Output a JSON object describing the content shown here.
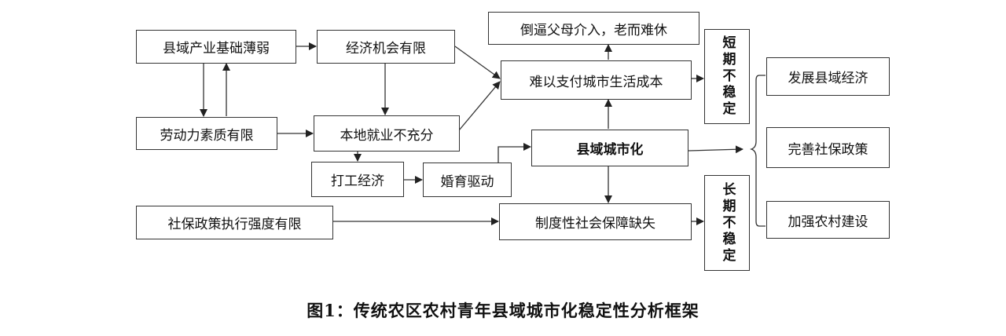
{
  "diagram": {
    "nodes": {
      "weak_industry": "县域产业基础薄弱",
      "limited_economy": "经济机会有限",
      "labor_quality": "劳动力素质有限",
      "local_employment": "本地就业不充分",
      "migrant_economy": "打工经济",
      "marriage_driven": "婚育驱动",
      "social_policy": "社保政策执行强度有限",
      "parents_intervene": "倒逼父母介入，老而难休",
      "living_cost": "难以支付城市生活成本",
      "county_urbanization": "县域城市化",
      "institutional_gap": "制度性社会保障缺失",
      "short_term": "短期不稳定",
      "long_term": "长期不稳定",
      "develop_economy": "发展县域经济",
      "improve_social": "完善社保政策",
      "strengthen_rural": "加强农村建设"
    },
    "edges": [
      [
        "weak_industry",
        "limited_economy"
      ],
      [
        "weak_industry",
        "labor_quality"
      ],
      [
        "labor_quality",
        "weak_industry"
      ],
      [
        "limited_economy",
        "local_employment"
      ],
      [
        "labor_quality",
        "local_employment"
      ],
      [
        "limited_economy",
        "living_cost"
      ],
      [
        "local_employment",
        "living_cost"
      ],
      [
        "local_employment",
        "migrant_economy"
      ],
      [
        "migrant_economy",
        "marriage_driven"
      ],
      [
        "marriage_driven",
        "county_urbanization"
      ],
      [
        "county_urbanization",
        "living_cost"
      ],
      [
        "living_cost",
        "parents_intervene"
      ],
      [
        "living_cost",
        "short_term"
      ],
      [
        "county_urbanization",
        "institutional_gap"
      ],
      [
        "social_policy",
        "institutional_gap"
      ],
      [
        "institutional_gap",
        "long_term"
      ],
      [
        "county_urbanization",
        "develop_economy"
      ],
      [
        "county_urbanization",
        "improve_social"
      ],
      [
        "county_urbanization",
        "strengthen_rural"
      ]
    ]
  },
  "caption": "图1：传统农区农村青年县域城市化稳定性分析框架"
}
